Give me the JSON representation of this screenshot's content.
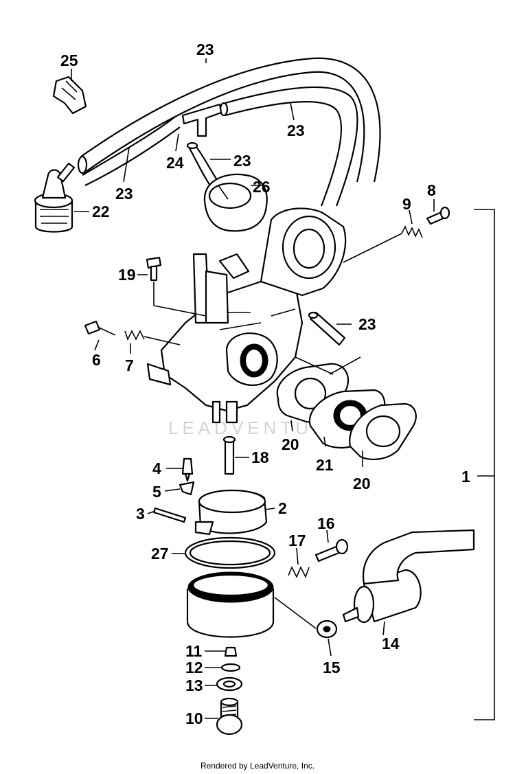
{
  "watermark": "LEADVENTURE",
  "footer": "Rendered by LeadVenture, Inc.",
  "callouts": {
    "c1": "1",
    "c2": "2",
    "c3": "3",
    "c4": "4",
    "c5": "5",
    "c6": "6",
    "c7": "7",
    "c8": "8",
    "c9": "9",
    "c10": "10",
    "c11": "11",
    "c12": "12",
    "c13": "13",
    "c14": "14",
    "c15": "15",
    "c16": "16",
    "c17": "17",
    "c18": "18",
    "c19": "19",
    "c20a": "20",
    "c20b": "20",
    "c21": "21",
    "c22": "22",
    "c23a": "23",
    "c23b": "23",
    "c23c": "23",
    "c23d": "23",
    "c23e": "23",
    "c24": "24",
    "c25": "25",
    "c26": "26",
    "c27": "27"
  }
}
